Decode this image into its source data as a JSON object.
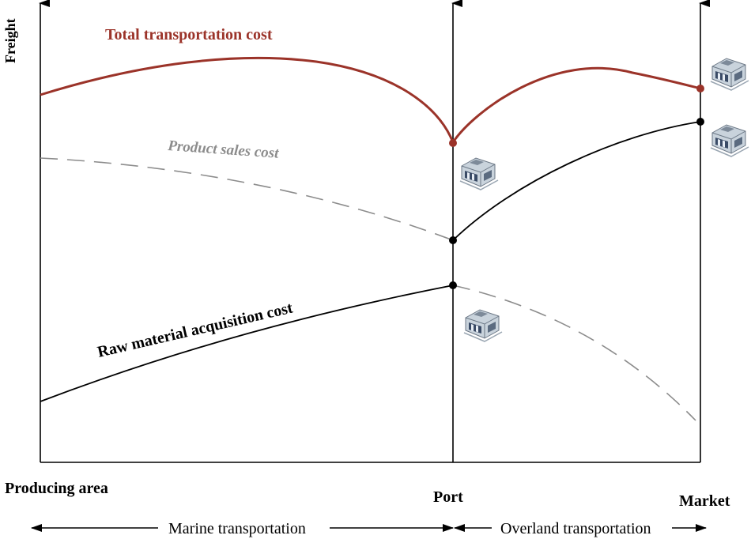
{
  "axis": {
    "y_label": "Freight"
  },
  "locations": {
    "producing_area": "Producing area",
    "port": "Port",
    "market": "Market"
  },
  "curves": {
    "total": {
      "label": "Total transportation cost",
      "color": "#9b3329"
    },
    "product": {
      "label": "Product sales cost",
      "color": "#8c8c8c"
    },
    "raw": {
      "label": "Raw material acquisition cost",
      "color": "#000000"
    }
  },
  "segments": {
    "marine": "Marine transportation",
    "overland": "Overland transportation"
  },
  "icons": {
    "building": "warehouse-building-icon"
  }
}
